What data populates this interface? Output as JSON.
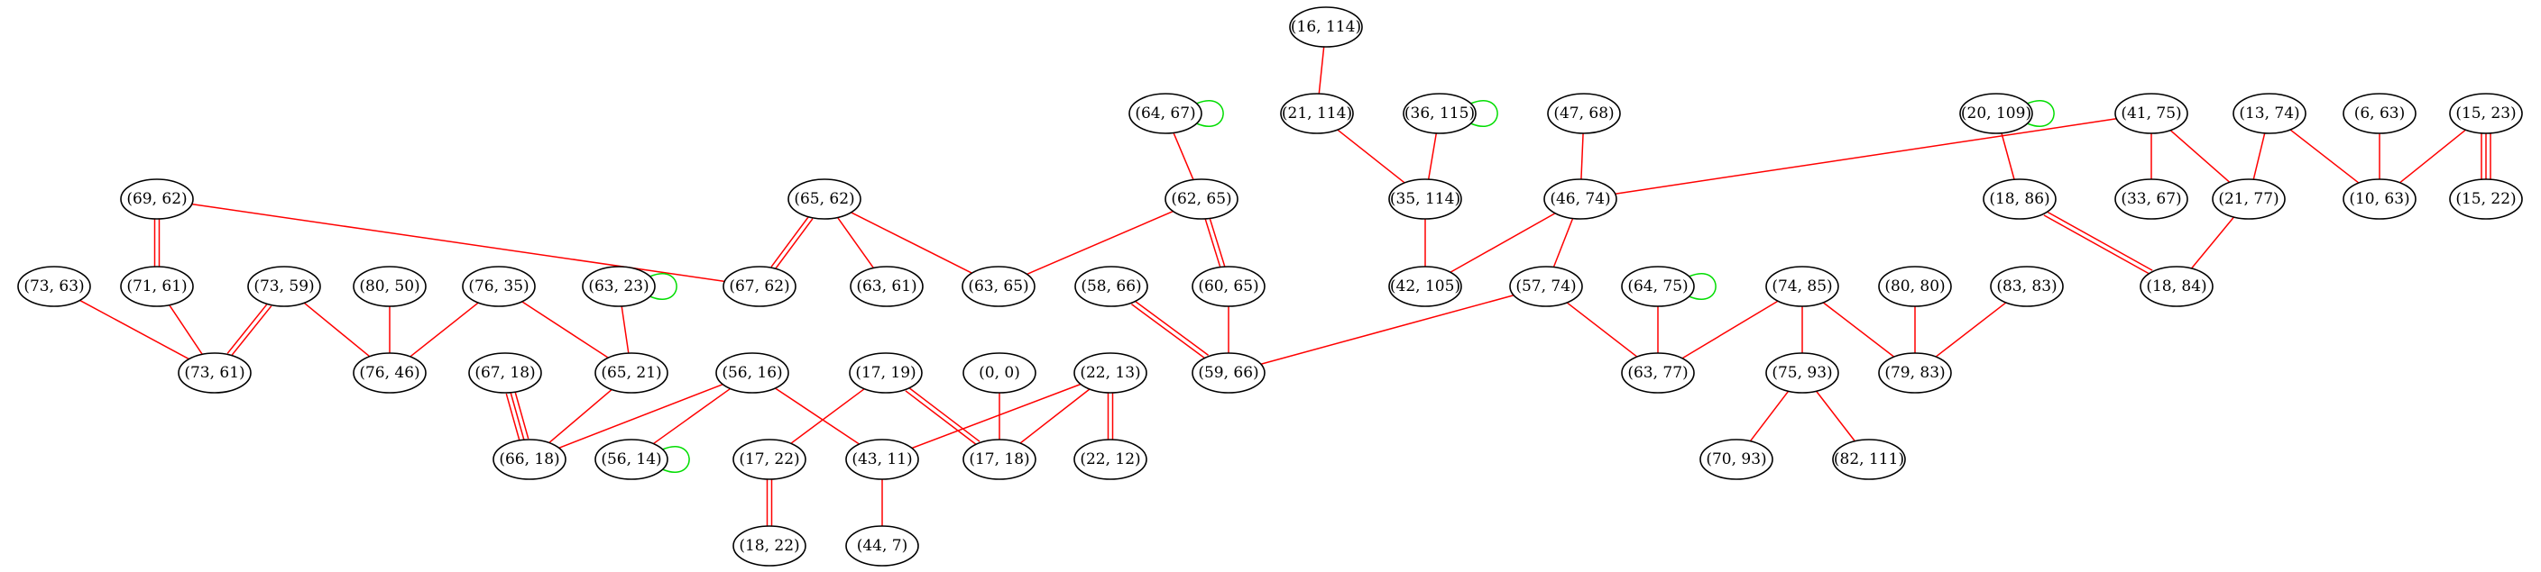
{
  "colors": {
    "edge": "#ff0000",
    "self_loop": "#00dd00",
    "node_stroke": "#000000",
    "background": "#ffffff"
  },
  "nodes": [
    {
      "id": "n_16_114",
      "label": "(16, 114)"
    },
    {
      "id": "n_64_67",
      "label": "(64, 67)"
    },
    {
      "id": "n_21_114",
      "label": "(21, 114)"
    },
    {
      "id": "n_36_115",
      "label": "(36, 115)"
    },
    {
      "id": "n_47_68",
      "label": "(47, 68)"
    },
    {
      "id": "n_20_109",
      "label": "(20, 109)"
    },
    {
      "id": "n_41_75",
      "label": "(41, 75)"
    },
    {
      "id": "n_13_74",
      "label": "(13, 74)"
    },
    {
      "id": "n_6_63",
      "label": "(6, 63)"
    },
    {
      "id": "n_15_23",
      "label": "(15, 23)"
    },
    {
      "id": "n_69_62",
      "label": "(69, 62)"
    },
    {
      "id": "n_65_62",
      "label": "(65, 62)"
    },
    {
      "id": "n_62_65",
      "label": "(62, 65)"
    },
    {
      "id": "n_35_114",
      "label": "(35, 114)"
    },
    {
      "id": "n_46_74",
      "label": "(46, 74)"
    },
    {
      "id": "n_18_86",
      "label": "(18, 86)"
    },
    {
      "id": "n_33_67",
      "label": "(33, 67)"
    },
    {
      "id": "n_21_77",
      "label": "(21, 77)"
    },
    {
      "id": "n_10_63",
      "label": "(10, 63)"
    },
    {
      "id": "n_15_22",
      "label": "(15, 22)"
    },
    {
      "id": "n_73_63",
      "label": "(73, 63)"
    },
    {
      "id": "n_71_61",
      "label": "(71, 61)"
    },
    {
      "id": "n_73_59",
      "label": "(73, 59)"
    },
    {
      "id": "n_80_50",
      "label": "(80, 50)"
    },
    {
      "id": "n_76_35",
      "label": "(76, 35)"
    },
    {
      "id": "n_63_23",
      "label": "(63, 23)"
    },
    {
      "id": "n_67_62",
      "label": "(67, 62)"
    },
    {
      "id": "n_63_61",
      "label": "(63, 61)"
    },
    {
      "id": "n_63_65",
      "label": "(63, 65)"
    },
    {
      "id": "n_58_66",
      "label": "(58, 66)"
    },
    {
      "id": "n_60_65",
      "label": "(60, 65)"
    },
    {
      "id": "n_42_105",
      "label": "(42, 105)"
    },
    {
      "id": "n_57_74",
      "label": "(57, 74)"
    },
    {
      "id": "n_64_75",
      "label": "(64, 75)"
    },
    {
      "id": "n_74_85",
      "label": "(74, 85)"
    },
    {
      "id": "n_80_80",
      "label": "(80, 80)"
    },
    {
      "id": "n_83_83",
      "label": "(83, 83)"
    },
    {
      "id": "n_18_84",
      "label": "(18, 84)"
    },
    {
      "id": "n_73_61",
      "label": "(73, 61)"
    },
    {
      "id": "n_76_46",
      "label": "(76, 46)"
    },
    {
      "id": "n_67_18",
      "label": "(67, 18)"
    },
    {
      "id": "n_65_21",
      "label": "(65, 21)"
    },
    {
      "id": "n_56_16",
      "label": "(56, 16)"
    },
    {
      "id": "n_17_19",
      "label": "(17, 19)"
    },
    {
      "id": "n_0_0",
      "label": "(0, 0)"
    },
    {
      "id": "n_22_13",
      "label": "(22, 13)"
    },
    {
      "id": "n_59_66",
      "label": "(59, 66)"
    },
    {
      "id": "n_63_77",
      "label": "(63, 77)"
    },
    {
      "id": "n_75_93",
      "label": "(75, 93)"
    },
    {
      "id": "n_79_83",
      "label": "(79, 83)"
    },
    {
      "id": "n_66_18",
      "label": "(66, 18)"
    },
    {
      "id": "n_56_14",
      "label": "(56, 14)"
    },
    {
      "id": "n_17_22",
      "label": "(17, 22)"
    },
    {
      "id": "n_43_11",
      "label": "(43, 11)"
    },
    {
      "id": "n_17_18",
      "label": "(17, 18)"
    },
    {
      "id": "n_22_12",
      "label": "(22, 12)"
    },
    {
      "id": "n_70_93",
      "label": "(70, 93)"
    },
    {
      "id": "n_82_111",
      "label": "(82, 111)"
    },
    {
      "id": "n_18_22",
      "label": "(18, 22)"
    },
    {
      "id": "n_44_7",
      "label": "(44, 7)"
    }
  ],
  "edges": [
    {
      "from": "n_16_114",
      "to": "n_21_114",
      "count": 1
    },
    {
      "from": "n_21_114",
      "to": "n_35_114",
      "count": 1
    },
    {
      "from": "n_36_115",
      "to": "n_35_114",
      "count": 1
    },
    {
      "from": "n_35_114",
      "to": "n_42_105",
      "count": 1
    },
    {
      "from": "n_64_67",
      "to": "n_62_65",
      "count": 1
    },
    {
      "from": "n_62_65",
      "to": "n_63_65",
      "count": 1
    },
    {
      "from": "n_62_65",
      "to": "n_60_65",
      "count": 2
    },
    {
      "from": "n_60_65",
      "to": "n_59_66",
      "count": 1
    },
    {
      "from": "n_58_66",
      "to": "n_59_66",
      "count": 2
    },
    {
      "from": "n_47_68",
      "to": "n_46_74",
      "count": 1
    },
    {
      "from": "n_46_74",
      "to": "n_42_105",
      "count": 1
    },
    {
      "from": "n_46_74",
      "to": "n_57_74",
      "count": 1
    },
    {
      "from": "n_41_75",
      "to": "n_46_74",
      "count": 1
    },
    {
      "from": "n_41_75",
      "to": "n_33_67",
      "count": 1
    },
    {
      "from": "n_41_75",
      "to": "n_21_77",
      "count": 1
    },
    {
      "from": "n_13_74",
      "to": "n_21_77",
      "count": 1
    },
    {
      "from": "n_13_74",
      "to": "n_10_63",
      "count": 1
    },
    {
      "from": "n_6_63",
      "to": "n_10_63",
      "count": 1
    },
    {
      "from": "n_15_23",
      "to": "n_10_63",
      "count": 1
    },
    {
      "from": "n_15_23",
      "to": "n_15_22",
      "count": 3
    },
    {
      "from": "n_20_109",
      "to": "n_18_86",
      "count": 1
    },
    {
      "from": "n_18_86",
      "to": "n_18_84",
      "count": 2
    },
    {
      "from": "n_21_77",
      "to": "n_18_84",
      "count": 1
    },
    {
      "from": "n_69_62",
      "to": "n_71_61",
      "count": 2
    },
    {
      "from": "n_69_62",
      "to": "n_67_62",
      "count": 1
    },
    {
      "from": "n_65_62",
      "to": "n_67_62",
      "count": 2
    },
    {
      "from": "n_65_62",
      "to": "n_63_61",
      "count": 1
    },
    {
      "from": "n_65_62",
      "to": "n_63_65",
      "count": 1
    },
    {
      "from": "n_73_63",
      "to": "n_73_61",
      "count": 1
    },
    {
      "from": "n_71_61",
      "to": "n_73_61",
      "count": 1
    },
    {
      "from": "n_73_59",
      "to": "n_73_61",
      "count": 2
    },
    {
      "from": "n_73_59",
      "to": "n_76_46",
      "count": 1
    },
    {
      "from": "n_80_50",
      "to": "n_76_46",
      "count": 1
    },
    {
      "from": "n_76_35",
      "to": "n_76_46",
      "count": 1
    },
    {
      "from": "n_76_35",
      "to": "n_65_21",
      "count": 1
    },
    {
      "from": "n_63_23",
      "to": "n_65_21",
      "count": 1
    },
    {
      "from": "n_65_21",
      "to": "n_66_18",
      "count": 1
    },
    {
      "from": "n_67_18",
      "to": "n_66_18",
      "count": 3
    },
    {
      "from": "n_56_16",
      "to": "n_66_18",
      "count": 1
    },
    {
      "from": "n_56_16",
      "to": "n_56_14",
      "count": 1
    },
    {
      "from": "n_56_16",
      "to": "n_43_11",
      "count": 1
    },
    {
      "from": "n_17_19",
      "to": "n_17_22",
      "count": 1
    },
    {
      "from": "n_17_19",
      "to": "n_17_18",
      "count": 2
    },
    {
      "from": "n_0_0",
      "to": "n_17_18",
      "count": 1
    },
    {
      "from": "n_22_13",
      "to": "n_43_11",
      "count": 1
    },
    {
      "from": "n_22_13",
      "to": "n_17_18",
      "count": 1
    },
    {
      "from": "n_22_13",
      "to": "n_22_12",
      "count": 2
    },
    {
      "from": "n_17_22",
      "to": "n_18_22",
      "count": 2
    },
    {
      "from": "n_43_11",
      "to": "n_44_7",
      "count": 1
    },
    {
      "from": "n_57_74",
      "to": "n_59_66",
      "count": 1
    },
    {
      "from": "n_57_74",
      "to": "n_63_77",
      "count": 1
    },
    {
      "from": "n_64_75",
      "to": "n_63_77",
      "count": 1
    },
    {
      "from": "n_74_85",
      "to": "n_63_77",
      "count": 1
    },
    {
      "from": "n_74_85",
      "to": "n_75_93",
      "count": 1
    },
    {
      "from": "n_74_85",
      "to": "n_79_83",
      "count": 1
    },
    {
      "from": "n_80_80",
      "to": "n_79_83",
      "count": 1
    },
    {
      "from": "n_83_83",
      "to": "n_79_83",
      "count": 1
    },
    {
      "from": "n_75_93",
      "to": "n_70_93",
      "count": 1
    },
    {
      "from": "n_75_93",
      "to": "n_82_111",
      "count": 1
    }
  ],
  "self_loops": [
    "n_64_67",
    "n_36_115",
    "n_20_109",
    "n_63_23",
    "n_64_75",
    "n_56_14"
  ]
}
